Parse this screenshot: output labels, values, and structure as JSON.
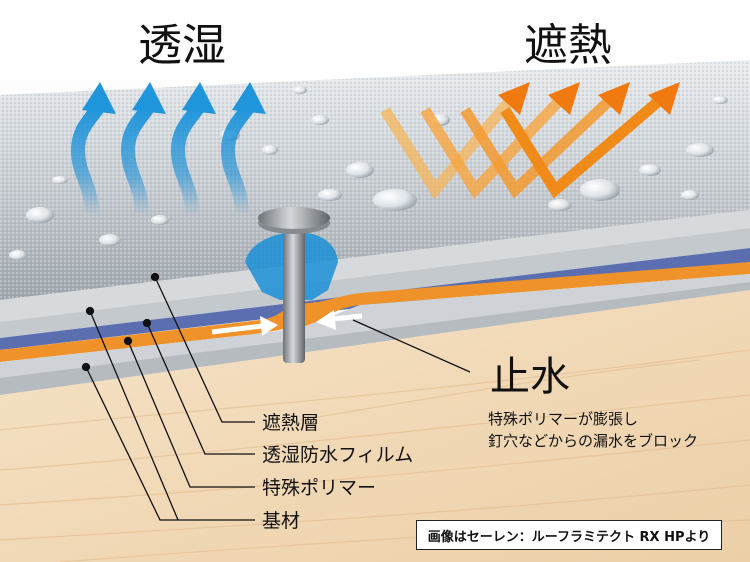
{
  "title_left": "透湿",
  "title_right": "遮熱",
  "stop_water": {
    "heading": "止水",
    "line1": "特殊ポリマーが膨張し",
    "line2": "釘穴などからの漏水をブロック"
  },
  "labels": {
    "heat_layer": "遮熱層",
    "film": "透湿防水フィルム",
    "polymer": "特殊ポリマー",
    "base": "基材"
  },
  "credit": "画像はセーレン：ルーフラミテクト RX HPより",
  "colors": {
    "breath_arrow": "#1a8fd6",
    "heat_arrow": "#f08a18",
    "polymer_orange": "#f0922a",
    "film_blue": "#5b6fb0",
    "wood": "#f2d8b6"
  }
}
